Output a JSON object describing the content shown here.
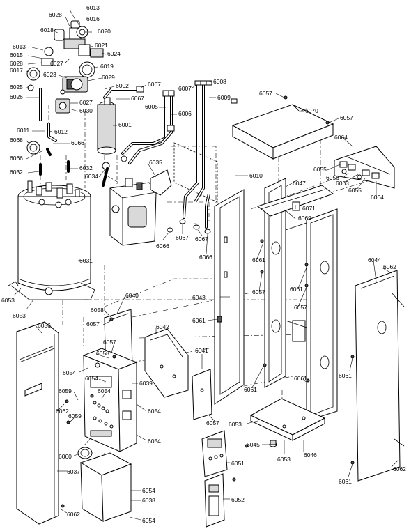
{
  "labels": [
    {
      "t": "6013"
    },
    {
      "t": "6028"
    },
    {
      "t": "6016"
    },
    {
      "t": "6018"
    },
    {
      "t": "6020"
    },
    {
      "t": "6013"
    },
    {
      "t": "6021"
    },
    {
      "t": "6015"
    },
    {
      "t": "6024"
    },
    {
      "t": "6028"
    },
    {
      "t": "6027"
    },
    {
      "t": "6017"
    },
    {
      "t": "6019"
    },
    {
      "t": "6023"
    },
    {
      "t": "6029"
    },
    {
      "t": "6025"
    },
    {
      "t": "6002"
    },
    {
      "t": "6026"
    },
    {
      "t": "6067"
    },
    {
      "t": "6027"
    },
    {
      "t": "6067"
    },
    {
      "t": "6030"
    },
    {
      "t": "6005"
    },
    {
      "t": "6006"
    },
    {
      "t": "6001"
    },
    {
      "t": "6011"
    },
    {
      "t": "6012"
    },
    {
      "t": "6068"
    },
    {
      "t": "6066"
    },
    {
      "t": "6066"
    },
    {
      "t": "6032"
    },
    {
      "t": "6032"
    },
    {
      "t": "6034"
    },
    {
      "t": "6035"
    },
    {
      "t": "6031"
    },
    {
      "t": "6053"
    },
    {
      "t": "6053"
    },
    {
      "t": "6066"
    },
    {
      "t": "6067"
    },
    {
      "t": "6067"
    },
    {
      "t": "6066"
    },
    {
      "t": "6007"
    },
    {
      "t": "6008"
    },
    {
      "t": "6009"
    },
    {
      "t": "6010"
    },
    {
      "t": "6057"
    },
    {
      "t": "6070"
    },
    {
      "t": "6057"
    },
    {
      "t": "6064"
    },
    {
      "t": "6055"
    },
    {
      "t": "6056"
    },
    {
      "t": "6063"
    },
    {
      "t": "6055"
    },
    {
      "t": "6064"
    },
    {
      "t": "6047"
    },
    {
      "t": "6071"
    },
    {
      "t": "6069"
    },
    {
      "t": "6061"
    },
    {
      "t": "6057"
    },
    {
      "t": "6061"
    },
    {
      "t": "6057"
    },
    {
      "t": "6043"
    },
    {
      "t": "6061"
    },
    {
      "t": "6044"
    },
    {
      "t": "6062"
    },
    {
      "t": "6040"
    },
    {
      "t": "6058"
    },
    {
      "t": "6057"
    },
    {
      "t": "6042"
    },
    {
      "t": "6057"
    },
    {
      "t": "6058"
    },
    {
      "t": "6036"
    },
    {
      "t": "6054"
    },
    {
      "t": "6054"
    },
    {
      "t": "6039"
    },
    {
      "t": "6059"
    },
    {
      "t": "6054"
    },
    {
      "t": "6062"
    },
    {
      "t": "6054"
    },
    {
      "t": "6059"
    },
    {
      "t": "6054"
    },
    {
      "t": "6041"
    },
    {
      "t": "6057"
    },
    {
      "t": "6061"
    },
    {
      "t": "6061"
    },
    {
      "t": "6061"
    },
    {
      "t": "6053"
    },
    {
      "t": "6045"
    },
    {
      "t": "6053"
    },
    {
      "t": "6046"
    },
    {
      "t": "6051"
    },
    {
      "t": "6060"
    },
    {
      "t": "6037"
    },
    {
      "t": "6054"
    },
    {
      "t": "6038"
    },
    {
      "t": "6062"
    },
    {
      "t": "6054"
    },
    {
      "t": "6052"
    },
    {
      "t": "6061"
    },
    {
      "t": "6062"
    }
  ]
}
